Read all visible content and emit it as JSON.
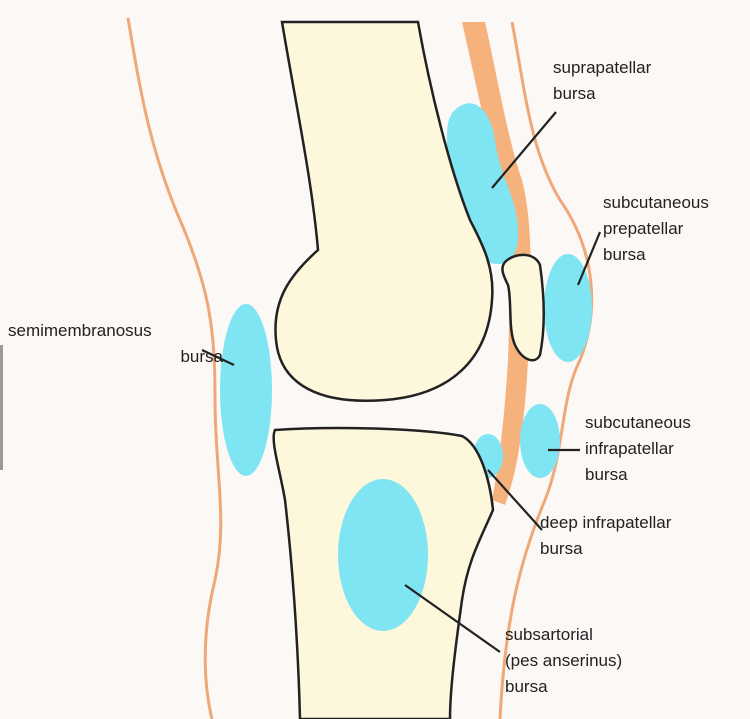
{
  "colors": {
    "bone": "#fdf7dc",
    "bursa": "#7fe5f2",
    "tendon": "#f6b27c",
    "skin": "#f0a878",
    "outline": "#222222"
  },
  "labels": {
    "suprapatellar": [
      "suprapatellar",
      "bursa"
    ],
    "prepatellar": [
      "subcutaneous",
      "prepatellar",
      "bursa"
    ],
    "semimembranosus": [
      "semimembranosus",
      "bursa"
    ],
    "subcutaneous_infrapatellar": [
      "subcutaneous",
      "infrapatellar",
      "bursa"
    ],
    "deep_infrapatellar": [
      "deep infrapatellar",
      "bursa"
    ],
    "subsartorial": [
      "subsartorial",
      "(pes anserinus)",
      "bursa"
    ]
  }
}
